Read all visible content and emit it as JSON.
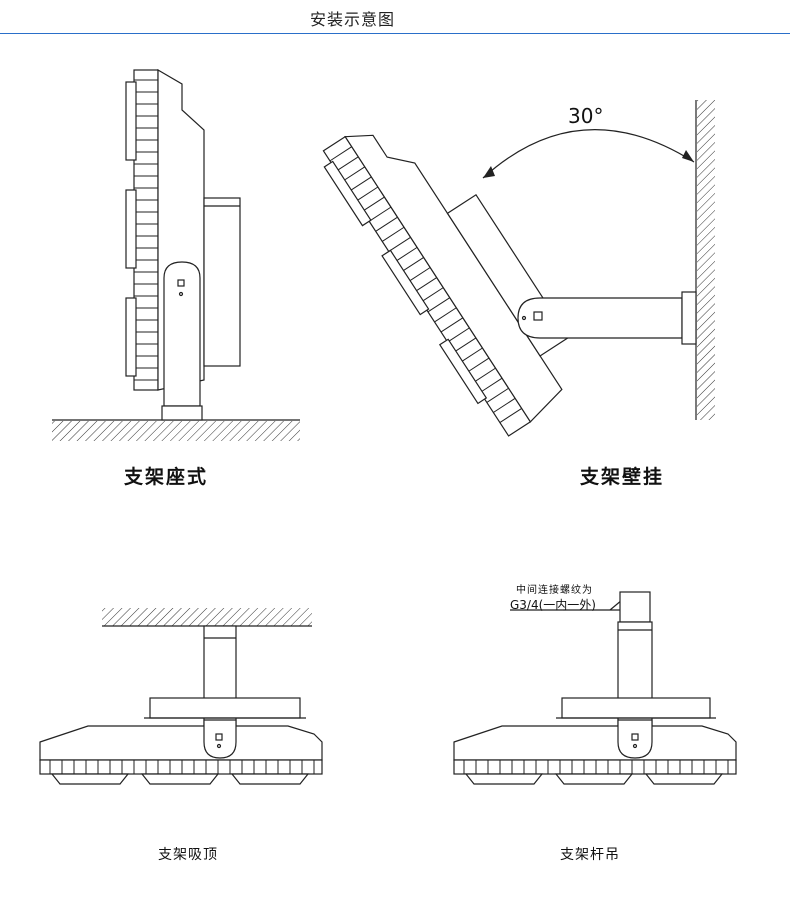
{
  "header": {
    "title": "安装示意图",
    "rule_color": "#2a6fc9"
  },
  "diagrams": {
    "floor": {
      "caption": "支架座式"
    },
    "wall": {
      "caption": "支架壁挂",
      "angle_label": "30°"
    },
    "ceiling": {
      "caption": "支架吸顶"
    },
    "pole": {
      "caption": "支架杆吊",
      "note_line1": "中间连接螺纹为",
      "note_line2": "G3/4(一内一外)"
    }
  }
}
